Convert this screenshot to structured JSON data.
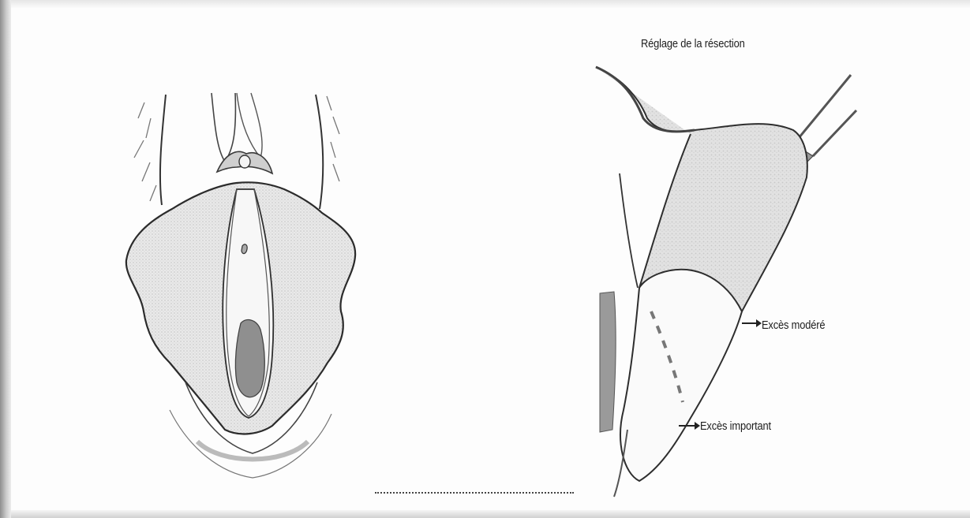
{
  "figure_right": {
    "title": "Réglage de la résection",
    "labels": {
      "moderate": "Excès modéré",
      "important": "Excès important"
    }
  }
}
